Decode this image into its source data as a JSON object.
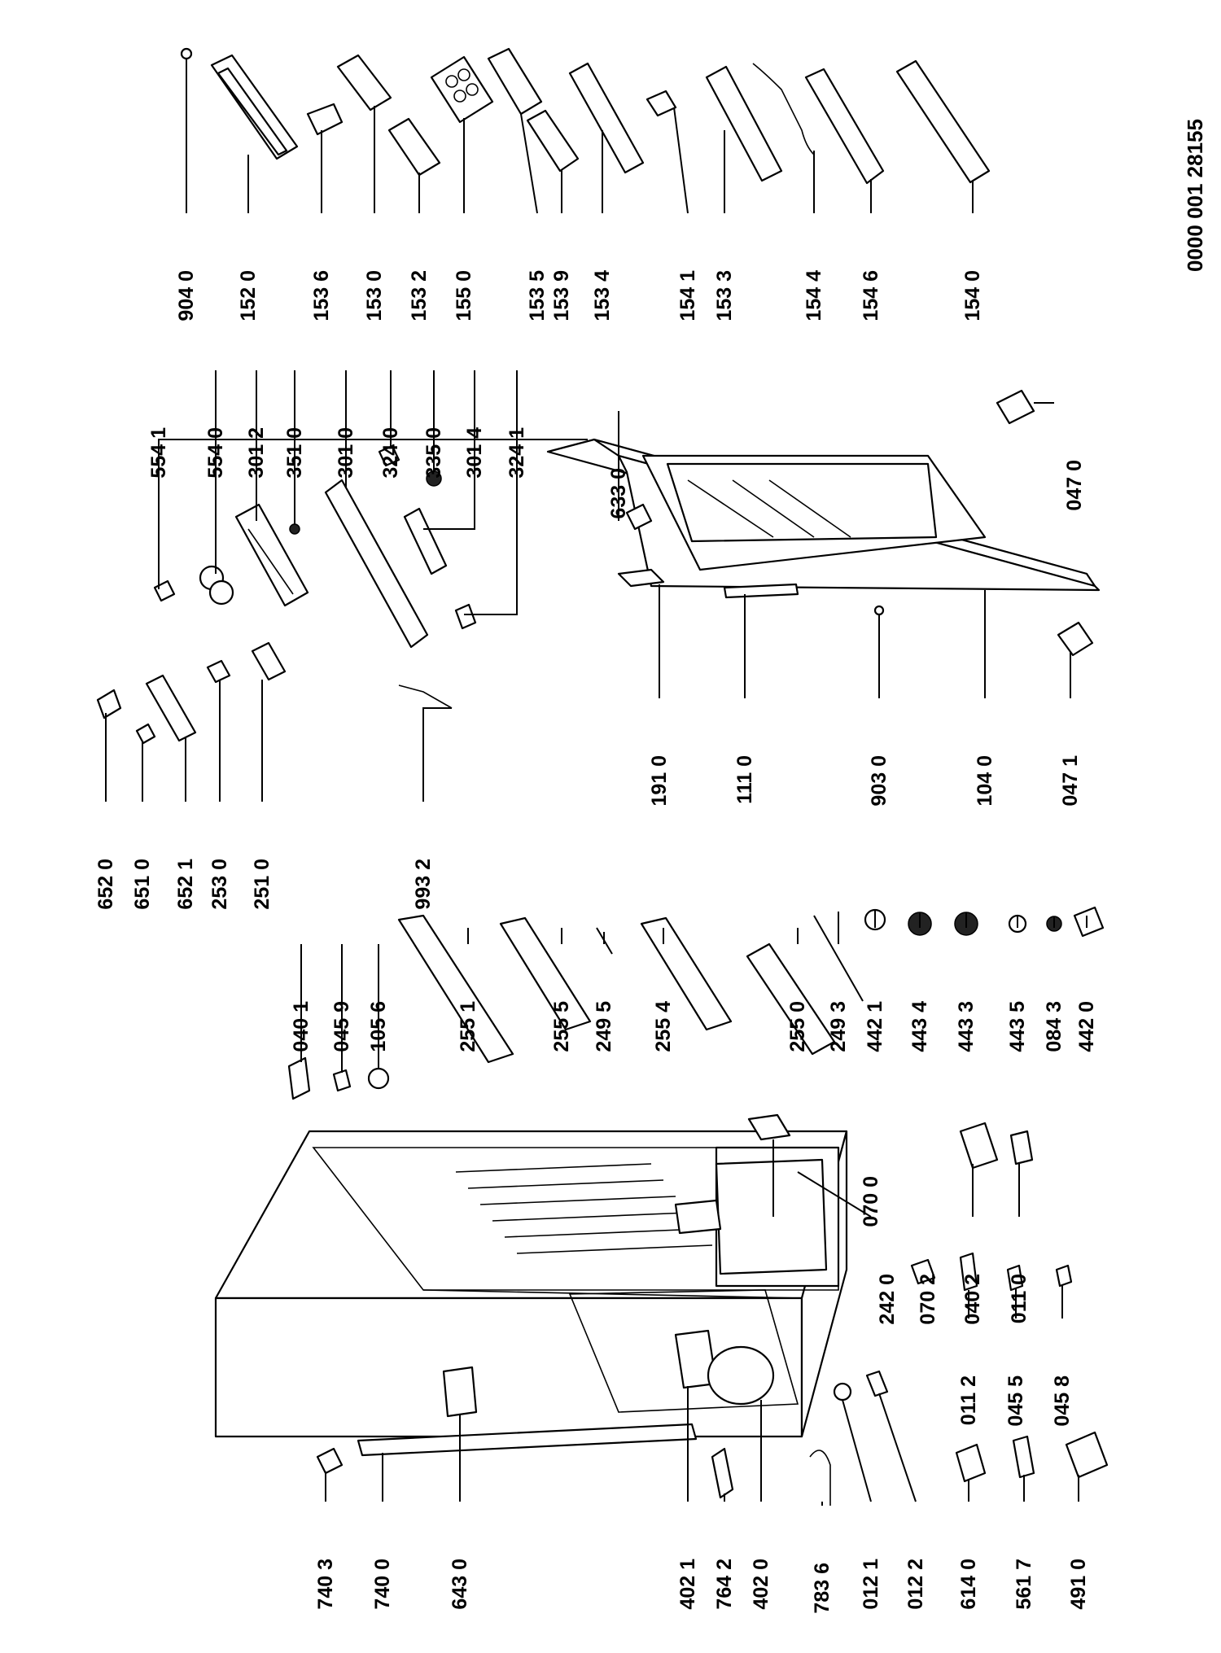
{
  "drawing_number": "0000 001 28155",
  "part_labels": [
    {
      "id": "904 0"
    },
    {
      "id": "152 0"
    },
    {
      "id": "153 6"
    },
    {
      "id": "153 0"
    },
    {
      "id": "153 2"
    },
    {
      "id": "155 0"
    },
    {
      "id": "153 5"
    },
    {
      "id": "153 9"
    },
    {
      "id": "153 4"
    },
    {
      "id": "154 1"
    },
    {
      "id": "153 3"
    },
    {
      "id": "154 4"
    },
    {
      "id": "154 6"
    },
    {
      "id": "154 0"
    },
    {
      "id": "554 1"
    },
    {
      "id": "554 0"
    },
    {
      "id": "301 2"
    },
    {
      "id": "351 0"
    },
    {
      "id": "301 0"
    },
    {
      "id": "324 0"
    },
    {
      "id": "335 0"
    },
    {
      "id": "301 4"
    },
    {
      "id": "324 1"
    },
    {
      "id": "633 0"
    },
    {
      "id": "047 0"
    },
    {
      "id": "191 0"
    },
    {
      "id": "111 0"
    },
    {
      "id": "903 0"
    },
    {
      "id": "104 0"
    },
    {
      "id": "047 1"
    },
    {
      "id": "652 0"
    },
    {
      "id": "651 0"
    },
    {
      "id": "652 1"
    },
    {
      "id": "253 0"
    },
    {
      "id": "251 0"
    },
    {
      "id": "040 1"
    },
    {
      "id": "045 9"
    },
    {
      "id": "105 6"
    },
    {
      "id": "993 2"
    },
    {
      "id": "255 1"
    },
    {
      "id": "255 5"
    },
    {
      "id": "249 5"
    },
    {
      "id": "255 4"
    },
    {
      "id": "255 0"
    },
    {
      "id": "249 3"
    },
    {
      "id": "442 1"
    },
    {
      "id": "443 4"
    },
    {
      "id": "443 3"
    },
    {
      "id": "443 5"
    },
    {
      "id": "084 3"
    },
    {
      "id": "442 0"
    },
    {
      "id": "070 0"
    },
    {
      "id": "242 0"
    },
    {
      "id": "070 2"
    },
    {
      "id": "040 2"
    },
    {
      "id": "011 0"
    },
    {
      "id": "011 2"
    },
    {
      "id": "045 5"
    },
    {
      "id": "045 8"
    },
    {
      "id": "740 3"
    },
    {
      "id": "740 0"
    },
    {
      "id": "643 0"
    },
    {
      "id": "402 1"
    },
    {
      "id": "764 2"
    },
    {
      "id": "402 0"
    },
    {
      "id": "783 6"
    },
    {
      "id": "012 1"
    },
    {
      "id": "012 2"
    },
    {
      "id": "614 0"
    },
    {
      "id": "561 7"
    },
    {
      "id": "491 0"
    }
  ]
}
